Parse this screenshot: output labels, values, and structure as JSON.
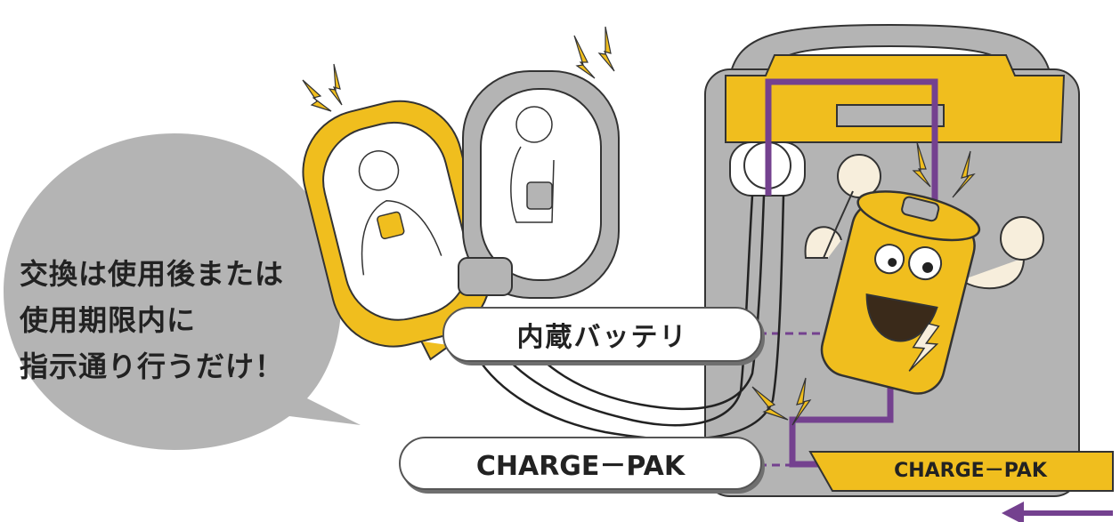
{
  "bubble": {
    "lines": [
      "交換は使用後または",
      "使用期限内に",
      "指示通り行うだけ！"
    ]
  },
  "labels": {
    "battery": "内蔵バッテリ",
    "charge_pak": "CHARGE－PAK",
    "cartridge": "CHARGE－PAK"
  },
  "colors": {
    "yellow": "#F0BE1E",
    "gray": "#B4B4B4",
    "purple": "#74418F",
    "outline": "#333333"
  }
}
